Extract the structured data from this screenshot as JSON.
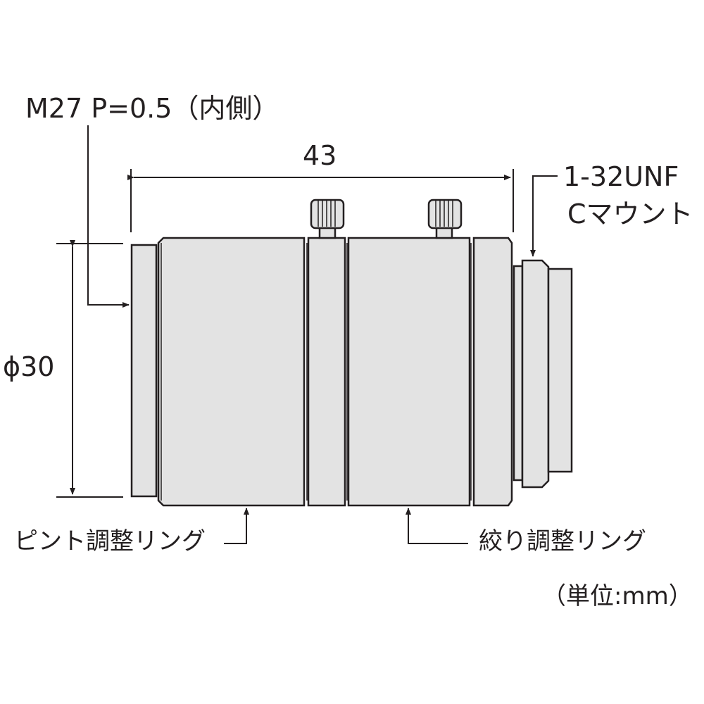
{
  "labels": {
    "filter_thread": "M27 P=0.5（内側）",
    "length": "43",
    "mount_thread": "1-32UNF",
    "mount_type": "Cマウント",
    "diameter": "ϕ30",
    "focus_ring": "ピント調整リング",
    "iris_ring": "絞り調整リング",
    "unit": "（単位:mm）"
  },
  "colors": {
    "line": "#231f20",
    "body": "#e3e3e3"
  }
}
